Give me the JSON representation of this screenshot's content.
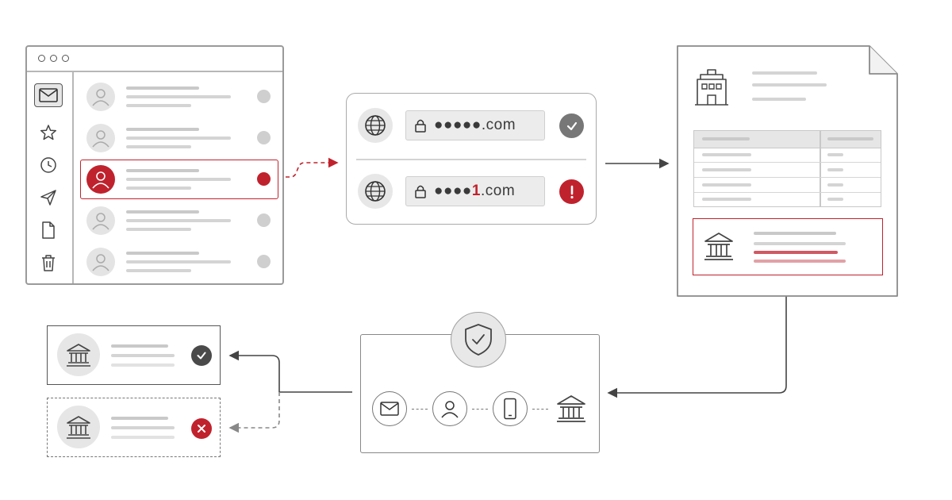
{
  "email_client": {
    "sidebar_icons": [
      "mail-icon",
      "star-icon",
      "clock-icon",
      "send-icon",
      "file-icon",
      "trash-icon"
    ],
    "rows": [
      {
        "highlighted": false
      },
      {
        "highlighted": false
      },
      {
        "highlighted": true
      },
      {
        "highlighted": false
      },
      {
        "highlighted": false
      }
    ]
  },
  "url_comparison": {
    "legit": {
      "masked": "●●●●●",
      "suffix": ".com",
      "status": "check"
    },
    "spoofed": {
      "masked": "●●●●",
      "altered_char": "1",
      "suffix": ".com",
      "status": "alert"
    }
  },
  "document": {
    "header_icon": "building-icon",
    "highlight_icon": "bank-icon"
  },
  "verification": {
    "badge_icon": "shield-check-icon",
    "chain": [
      "mail-icon",
      "user-icon",
      "phone-icon",
      "bank-icon"
    ]
  },
  "results": [
    {
      "icon": "bank-icon",
      "status": "check"
    },
    {
      "icon": "bank-icon",
      "status": "x"
    }
  ],
  "colors": {
    "accent_red": "#c0222d",
    "neutral_gray": "#9a9a9a",
    "dark_gray": "#4a4a4a"
  }
}
